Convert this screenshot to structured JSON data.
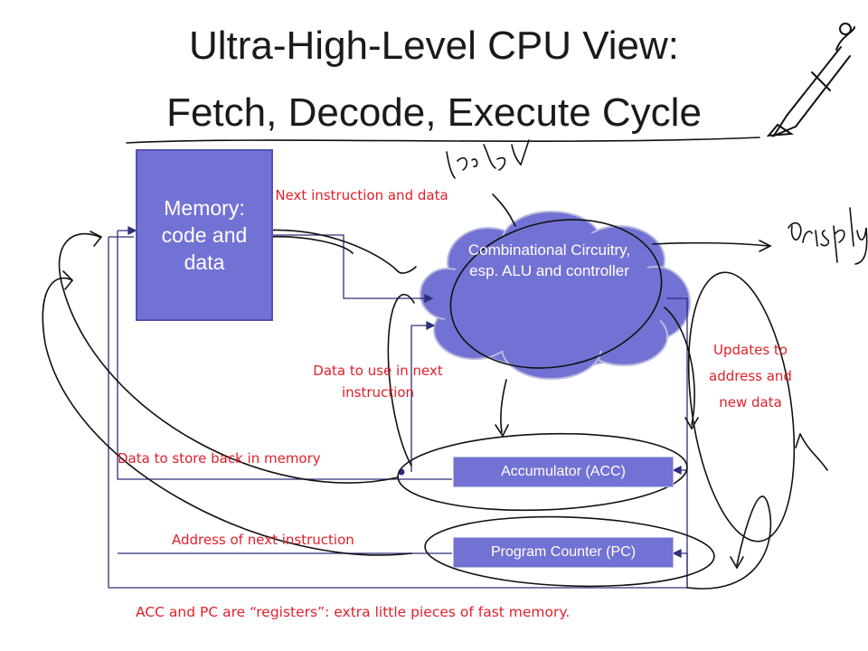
{
  "title": {
    "line1": "Ultra-High-Level CPU View:",
    "line2": "Fetch, Decode, Execute Cycle"
  },
  "memory_box": {
    "label": "Memory: code and data"
  },
  "combinational_cloud": {
    "label": "Combinational Circuitry, esp. ALU and controller"
  },
  "registers": {
    "acc": "Accumulator (ACC)",
    "pc": "Program Counter (PC)"
  },
  "labels": {
    "next_instruction": "Next instruction and data",
    "data_to_use": "Data to use in next instruction",
    "updates": "Updates to address and new data",
    "store_back": "Data to store back in memory",
    "address_next": "Address of next instruction",
    "footer": "ACC and PC are “registers”: extra little pieces of fast memory."
  },
  "annotations": {
    "handwritten_logic": "logic level",
    "handwritten_display": "display",
    "sword_icon": "sword-icon"
  },
  "colors": {
    "box_fill": "#7272d4",
    "line_color": "#2e2e7a",
    "label_red": "#e0202a",
    "ink": "#111111"
  }
}
